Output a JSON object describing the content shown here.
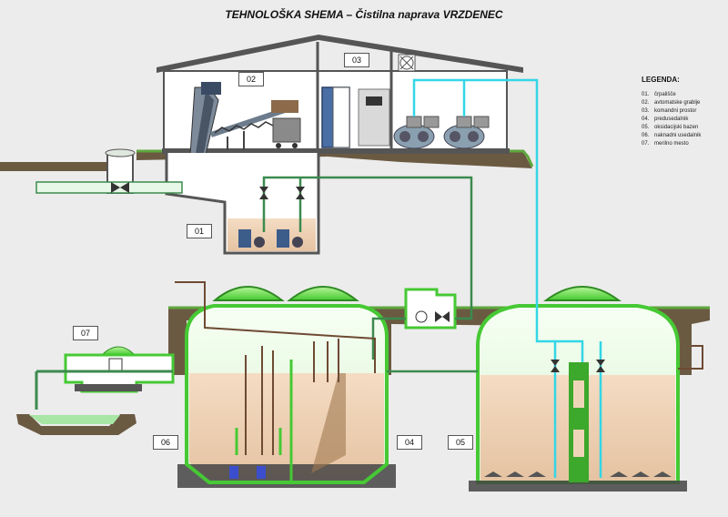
{
  "title": "TEHNOLOŠKA SHEMA – Čistilna naprava VRZDENEC",
  "legend": {
    "heading": "LEGENDA:",
    "items": [
      {
        "code": "01.",
        "label": "črpališče"
      },
      {
        "code": "02.",
        "label": "avtomatske grablje"
      },
      {
        "code": "03.",
        "label": "komandni prostor"
      },
      {
        "code": "04.",
        "label": "predusedalnik"
      },
      {
        "code": "05.",
        "label": "oksidacijski bazen"
      },
      {
        "code": "06.",
        "label": "naknadni usedalnik"
      },
      {
        "code": "07.",
        "label": "merilno mesto"
      }
    ]
  },
  "tags": {
    "t01": "01",
    "t02": "02",
    "t03": "03",
    "t04": "04",
    "t05": "05",
    "t06": "06",
    "t07": "07"
  },
  "colors": {
    "background": "#ececec",
    "building_wall": "#ffffff",
    "roof": "#555555",
    "soil": "#6b5a42",
    "grass": "#5fa83e",
    "tank_green": "#46c934",
    "tank_fill": "#efd5b8",
    "pipe_green": "#3c8a4e",
    "pipe_brown": "#6e4a33",
    "air_pipe": "#33d6e6",
    "water": "#a7e6a4"
  }
}
